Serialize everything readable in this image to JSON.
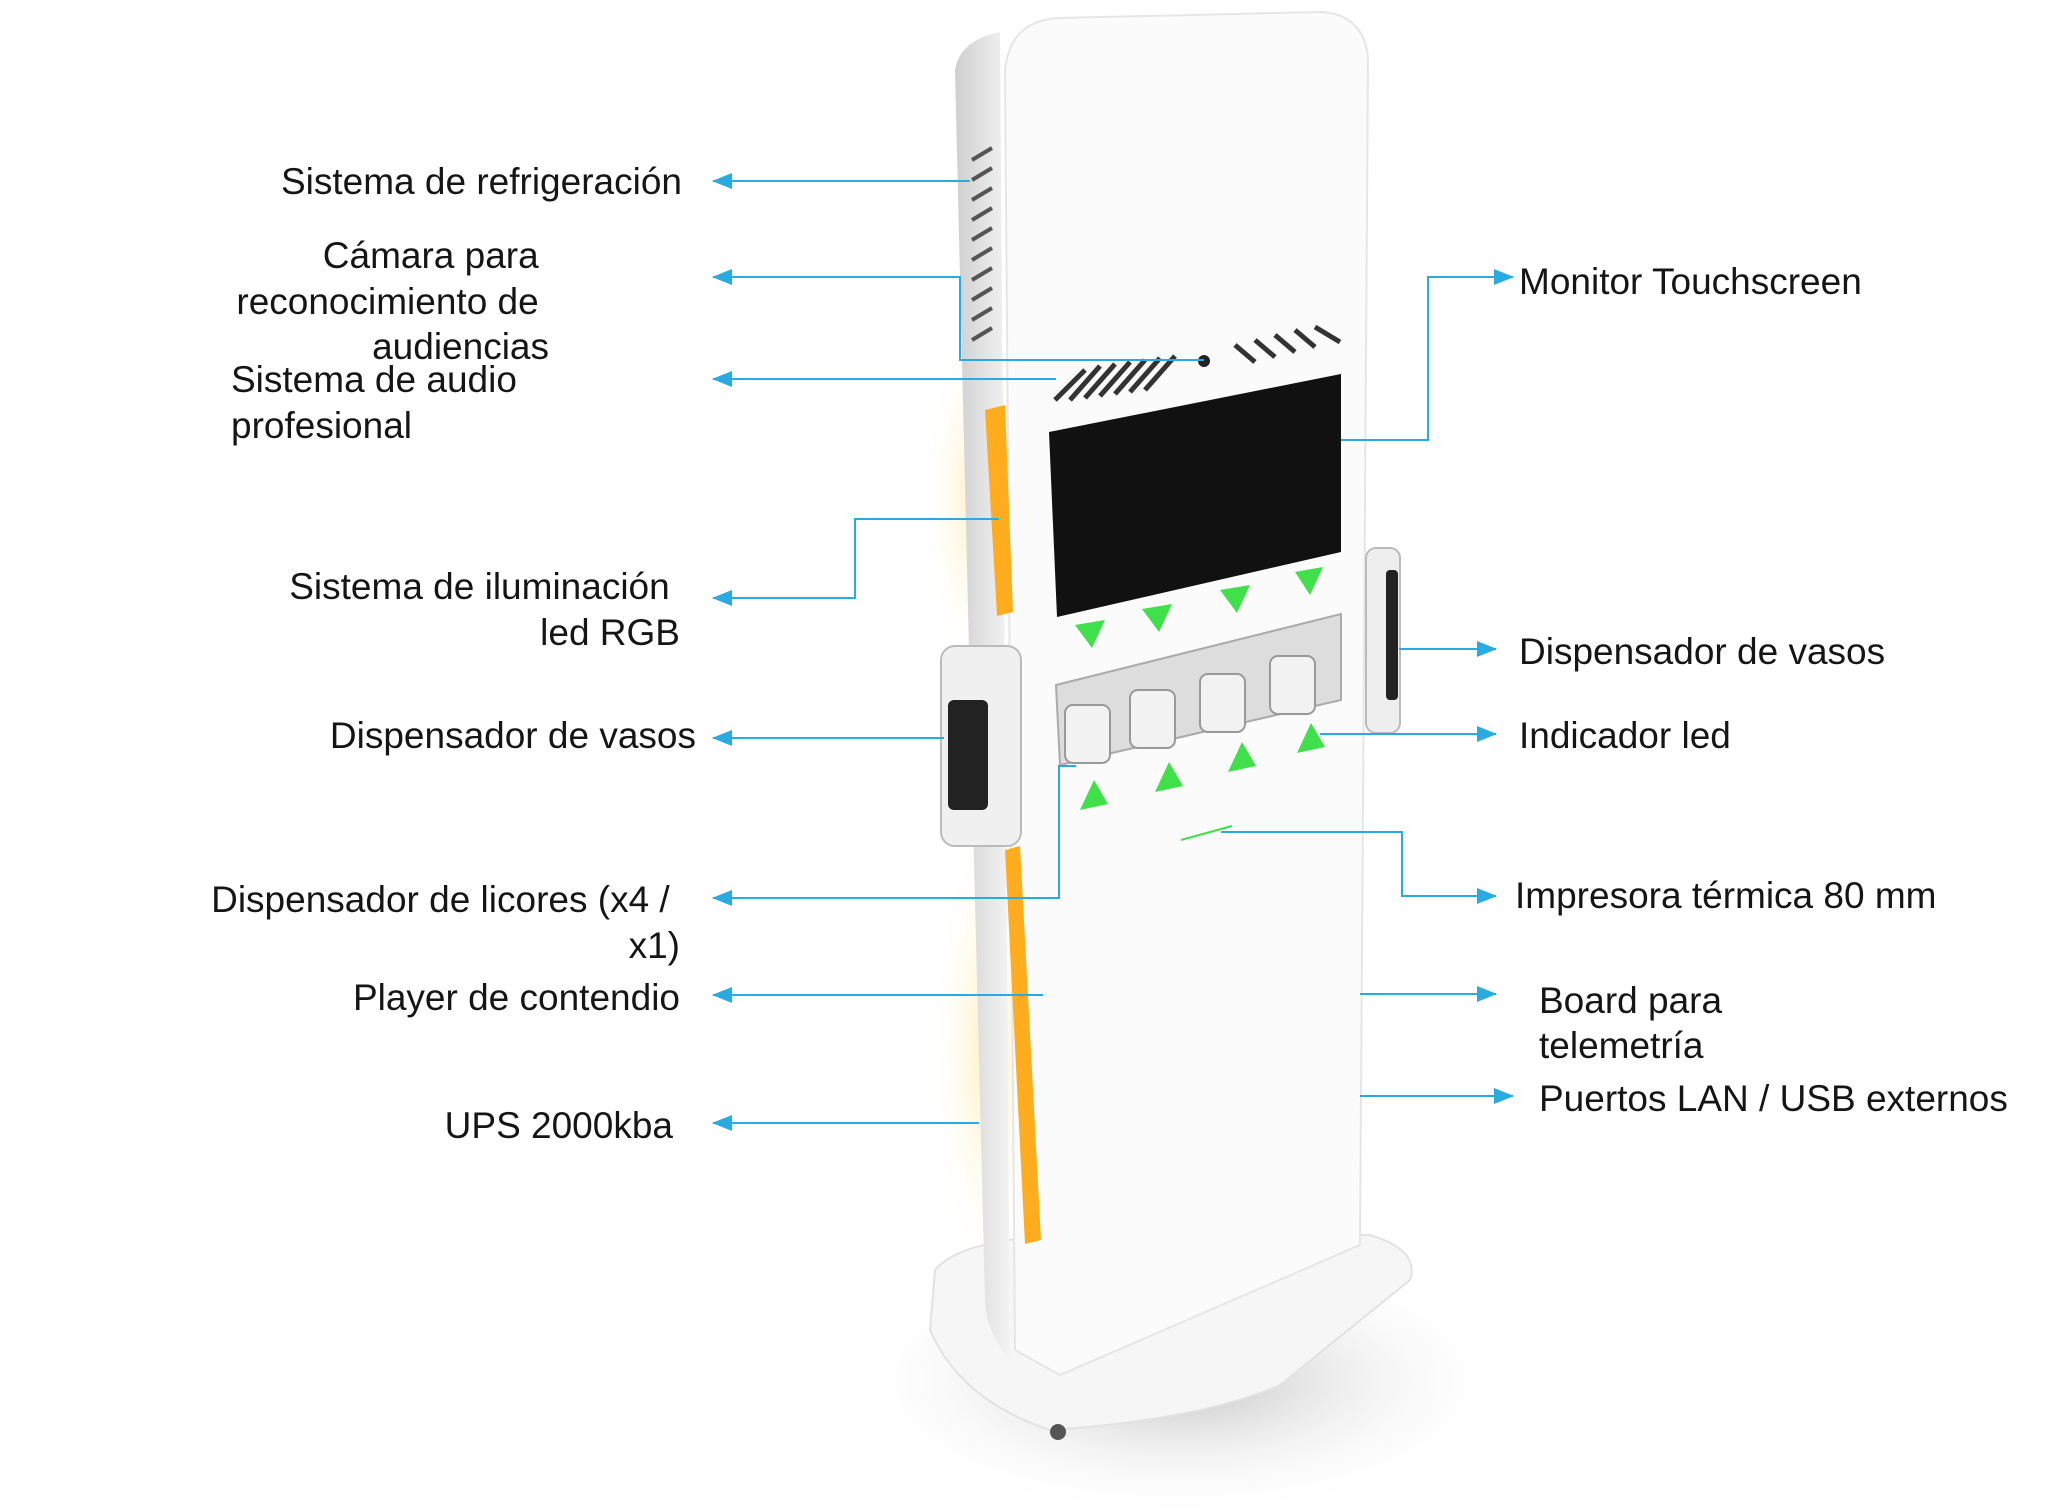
{
  "colors": {
    "leader": "#29abe2",
    "led": "#3fe04a",
    "rgb_strip": "#ffad1f",
    "screen": "#111111"
  },
  "labels_left": {
    "refrigeracion": [
      "Sistema de refrigeración"
    ],
    "camara": [
      "Cámara para",
      "reconocimiento de",
      "audiencias"
    ],
    "audio": [
      "Sistema de audio",
      "profesional"
    ],
    "iluminacion": [
      "Sistema de iluminación",
      "led RGB"
    ],
    "vasos": [
      "Dispensador de vasos"
    ],
    "licores": [
      "Dispensador de licores (x4 /",
      "x1)"
    ],
    "player": [
      "Player de contendio"
    ],
    "ups": [
      "UPS 2000kba"
    ]
  },
  "labels_right": {
    "monitor": [
      "Monitor Touchscreen"
    ],
    "vasos": [
      "Dispensador de vasos"
    ],
    "indicador": [
      "Indicador led"
    ],
    "impresora": [
      "Impresora térmica 80 mm"
    ],
    "board": [
      "Board para",
      "telemetría"
    ],
    "puertos": [
      "Puertos LAN / USB externos"
    ]
  }
}
